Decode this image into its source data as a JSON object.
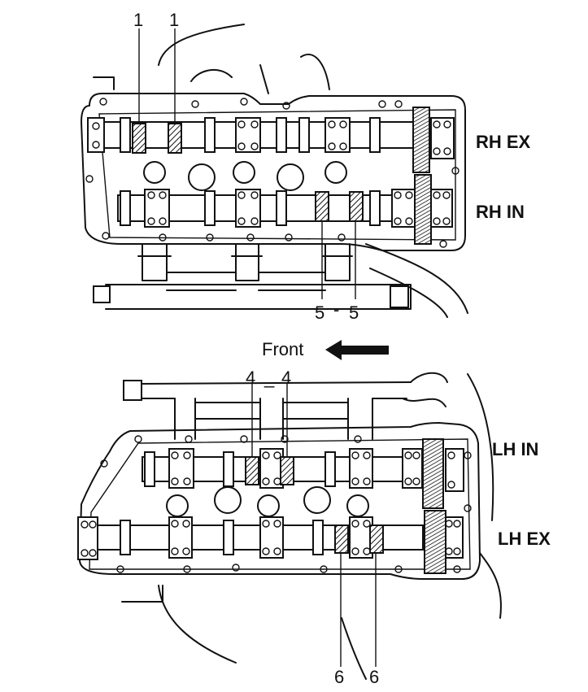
{
  "labels": {
    "rh_ex": "RH  EX",
    "rh_in": "RH  IN",
    "lh_in": "LH IN",
    "lh_ex": "LH EX",
    "front": "Front"
  },
  "callouts": {
    "top_left_a": "1",
    "top_left_b": "1",
    "rh_bottom_a": "5",
    "rh_bottom_sep": "-",
    "rh_bottom_b": "5",
    "lh_top_a": "4",
    "lh_top_sep": "_",
    "lh_top_b": "4",
    "lh_bottom_a": "6",
    "lh_bottom_b": "6"
  },
  "icons": {
    "front_arrow": "arrow-left-icon"
  }
}
